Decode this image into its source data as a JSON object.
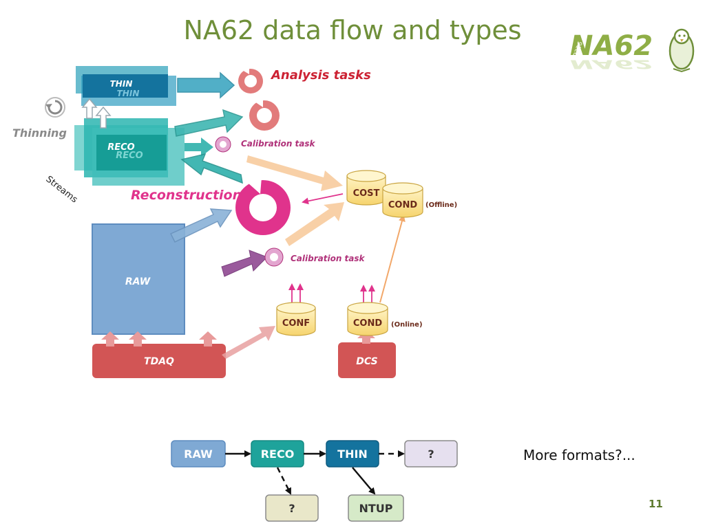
{
  "slide": {
    "title": "NA62 data flow and types",
    "logo_text": "NA62",
    "logo_small": "P326",
    "page_number": "11",
    "more_formats": "More formats?..."
  },
  "diagram": {
    "thin": "THIN",
    "thin_ghost": "THIN",
    "reco": "RECO",
    "reco_ghost": "RECO",
    "raw": "RAW",
    "tdaq": "TDAQ",
    "dcs": "DCS",
    "thinning": "Thinning",
    "streams": "Streams",
    "analysis_tasks": "Analysis tasks",
    "calibration_task_top": "Calibration task",
    "calibration_task_bottom": "Calibration task",
    "reconstruction": "Reconstruction",
    "cost": "COST",
    "cond_offline": "COND",
    "offline": "(Offline)",
    "conf": "CONF",
    "cond_online": "COND",
    "online": "(Online)"
  },
  "flowchart": {
    "raw": "RAW",
    "reco": "RECO",
    "thin": "THIN",
    "unknown_right": "?",
    "unknown_bottom": "?",
    "ntup": "NTUP"
  },
  "colors": {
    "title_green": "#6f8f3a",
    "raw_blue": "#6f9ccc",
    "reco_teal": "#1ea39b",
    "thin_blue": "#14739e",
    "tdaq_red": "#d25555",
    "analysis_red": "#cc2233",
    "reconstruction_magenta": "#e0338c",
    "calibration_purple": "#b0327a",
    "cylinder_yellow": "#f9e08a"
  }
}
